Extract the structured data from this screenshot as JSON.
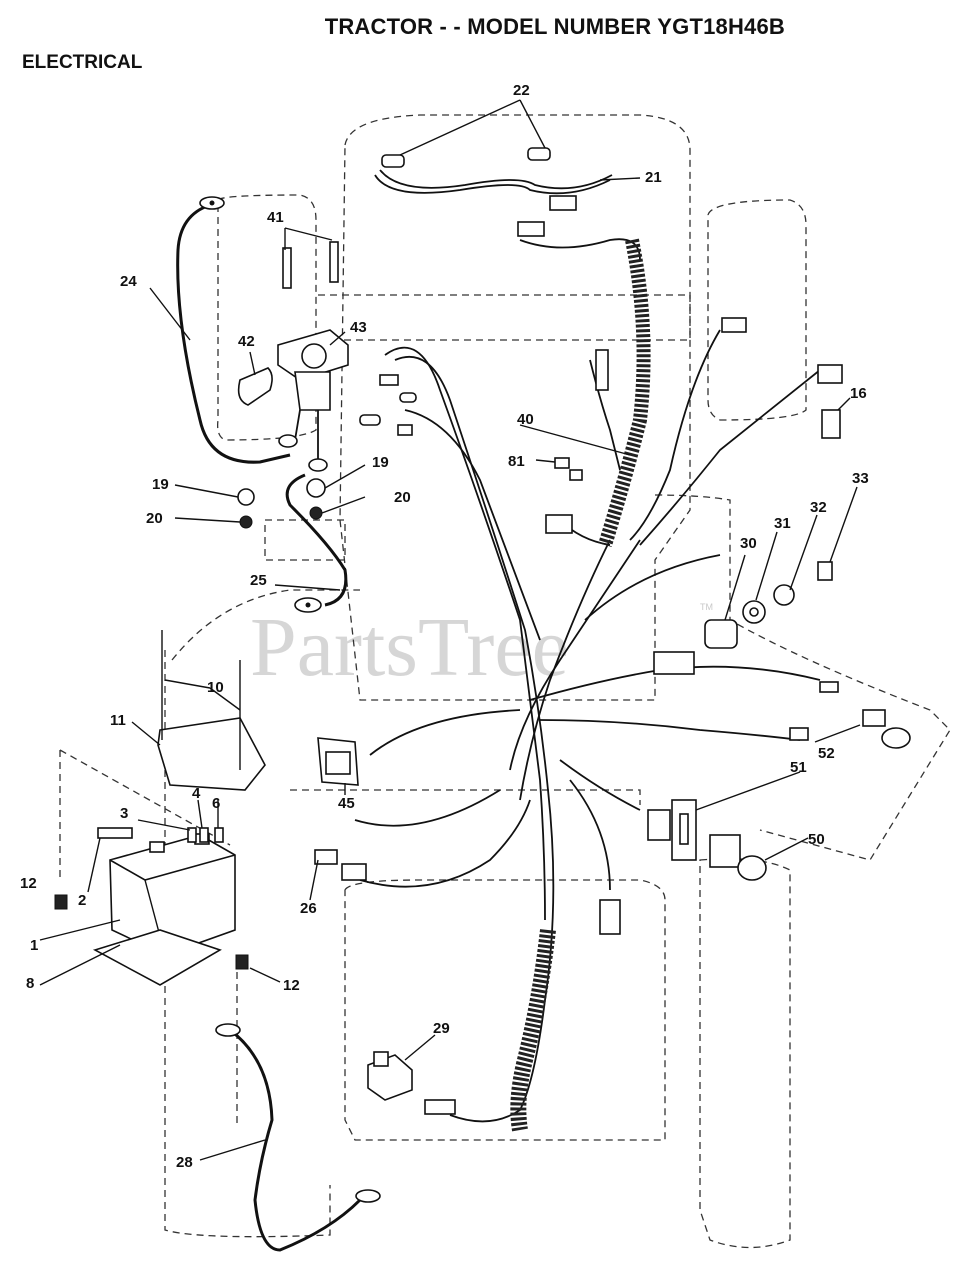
{
  "title": "TRACTOR - - MODEL NUMBER YGT18H46B",
  "section": "ELECTRICAL",
  "watermark": "PartsTree",
  "watermark_tm": "TM",
  "callouts": {
    "c1": "1",
    "c2": "2",
    "c3": "3",
    "c4": "4",
    "c6": "6",
    "c8": "8",
    "c10": "10",
    "c11": "11",
    "c12a": "12",
    "c12b": "12",
    "c16": "16",
    "c19a": "19",
    "c19b": "19",
    "c20a": "20",
    "c20b": "20",
    "c21": "21",
    "c22": "22",
    "c24": "24",
    "c25": "25",
    "c26": "26",
    "c28": "28",
    "c29": "29",
    "c30": "30",
    "c31": "31",
    "c32": "32",
    "c33": "33",
    "c40": "40",
    "c41": "41",
    "c42": "42",
    "c43": "43",
    "c45": "45",
    "c50": "50",
    "c51": "51",
    "c52": "52",
    "c81": "81"
  }
}
